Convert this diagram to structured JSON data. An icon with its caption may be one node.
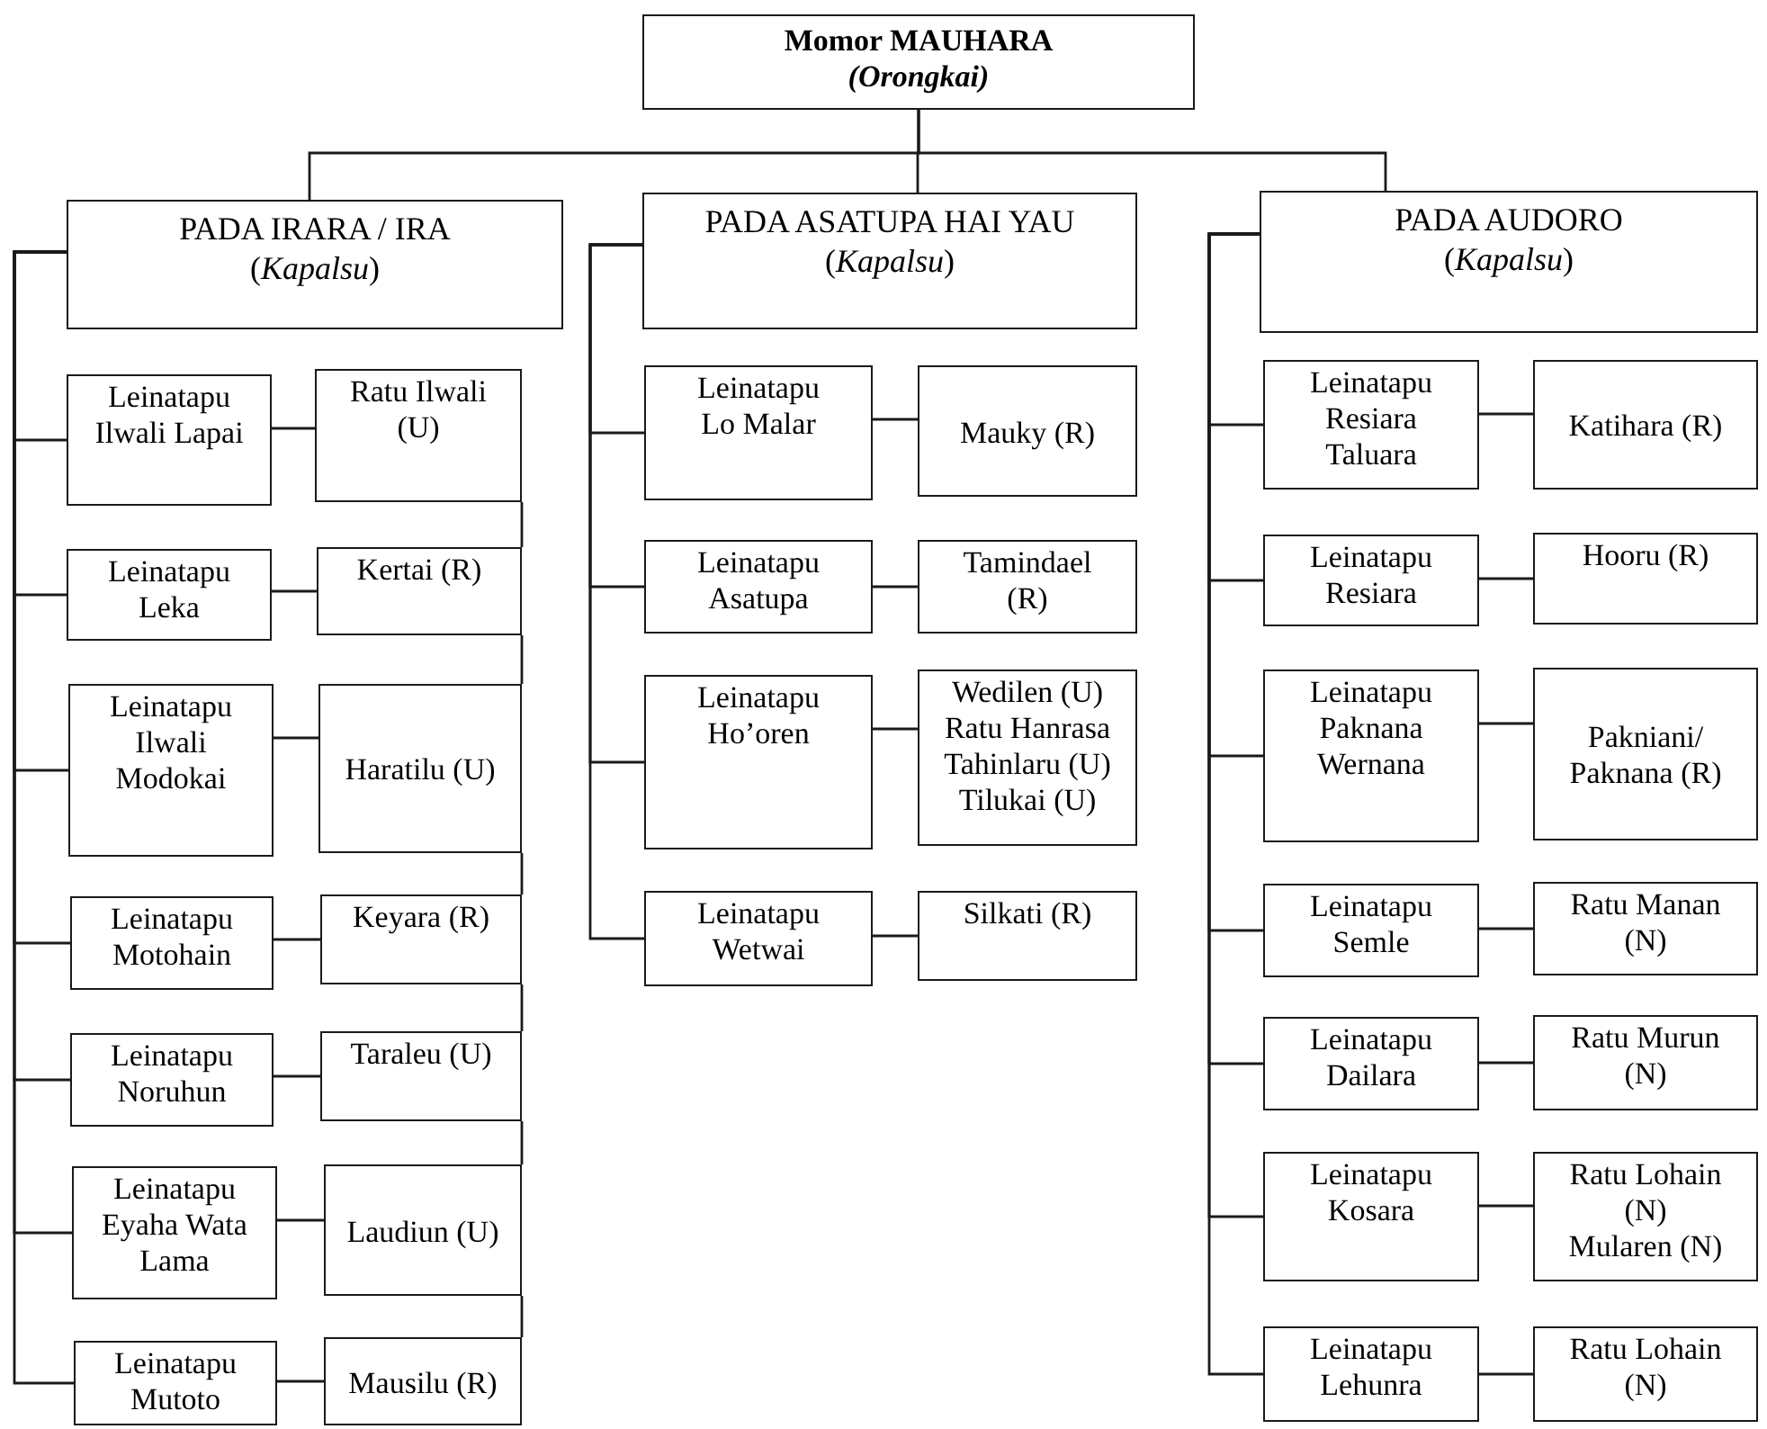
{
  "diagram": {
    "nodes": [
      {
        "text": [
          "Momor MAUHARA",
          "(Orongkai)"
        ]
      },
      {
        "text": [
          "PADA IRARA / IRA",
          "(*Kapalsu*)"
        ]
      },
      {
        "text": [
          "PADA ASATUPA HAI YAU",
          "(*Kapalsu*)"
        ]
      },
      {
        "text": [
          "PADA AUDORO",
          "(*Kapalsu*)"
        ]
      },
      {
        "text": [
          "Leinatapu Ilwali Lapai"
        ]
      },
      {
        "text": [
          "Ratu Ilwali (U)"
        ]
      },
      {
        "text": [
          "Leinatapu Leka"
        ]
      },
      {
        "text": [
          "Kertai (R)"
        ]
      },
      {
        "text": [
          "Leinatapu Ilwali Modokai"
        ]
      },
      {
        "text": [
          "Haratilu (U)"
        ]
      },
      {
        "text": [
          "Leinatapu Motohain"
        ]
      },
      {
        "text": [
          "Keyara (R)"
        ]
      },
      {
        "text": [
          "Leinatapu Noruhun"
        ]
      },
      {
        "text": [
          "Taraleu (U)"
        ]
      },
      {
        "text": [
          "Leinatapu Eyaha Wata Lama"
        ]
      },
      {
        "text": [
          "Laudiun (U)"
        ]
      },
      {
        "text": [
          "Leinatapu Mutoto"
        ]
      },
      {
        "text": [
          "Mausilu (R)"
        ]
      },
      {
        "text": [
          "Leinatapu Lo Malar"
        ]
      },
      {
        "text": [
          "Mauky (R)"
        ]
      },
      {
        "text": [
          "Leinatapu Asatupa"
        ]
      },
      {
        "text": [
          "Tamindael (R)"
        ]
      },
      {
        "text": [
          "Leinatapu Ho’oren"
        ]
      },
      {
        "text": [
          "Wedilen (U) Ratu Hanrasa Tahinlaru (U) Tilukai (U)"
        ]
      },
      {
        "text": [
          "Leinatapu Wetwai"
        ]
      },
      {
        "text": [
          "Silkati (R)"
        ]
      },
      {
        "text": [
          "Leinatapu Resiara Taluara"
        ]
      },
      {
        "text": [
          "Katihara (R)"
        ]
      },
      {
        "text": [
          "Leinatapu Resiara"
        ]
      },
      {
        "text": [
          "Hooru (R)"
        ]
      },
      {
        "text": [
          "Leinatapu Paknana Wernana"
        ]
      },
      {
        "text": [
          "Pakniani/ Paknana (R)"
        ]
      },
      {
        "text": [
          "Leinatapu Semle"
        ]
      },
      {
        "text": [
          "Ratu Manan (N)"
        ]
      },
      {
        "text": [
          "Leinatapu Dailara"
        ]
      },
      {
        "text": [
          "Ratu Murun (N)"
        ]
      },
      {
        "text": [
          "Leinatapu Kosara"
        ]
      },
      {
        "text": [
          "Ratu Lohain (N)",
          "Mularen (N)"
        ]
      },
      {
        "text": [
          "Leinatapu Lehunra"
        ]
      },
      {
        "text": [
          "Ratu Lohain (N)"
        ]
      }
    ],
    "edges": [
      {
        "from": 0,
        "to": 1,
        "arrow": "none"
      },
      {
        "from": 0,
        "to": 2,
        "arrow": "none"
      },
      {
        "from": 0,
        "to": 3,
        "arrow": "none"
      },
      {
        "from": 1,
        "to": 4,
        "arrow": "none"
      },
      {
        "from": 1,
        "to": 6,
        "arrow": "none"
      },
      {
        "from": 1,
        "to": 8,
        "arrow": "none"
      },
      {
        "from": 1,
        "to": 10,
        "arrow": "none"
      },
      {
        "from": 1,
        "to": 12,
        "arrow": "none"
      },
      {
        "from": 1,
        "to": 14,
        "arrow": "none"
      },
      {
        "from": 1,
        "to": 16,
        "arrow": "none"
      },
      {
        "from": 4,
        "to": 5,
        "arrow": "none"
      },
      {
        "from": 6,
        "to": 7,
        "arrow": "none"
      },
      {
        "from": 8,
        "to": 9,
        "arrow": "none"
      },
      {
        "from": 10,
        "to": 11,
        "arrow": "none"
      },
      {
        "from": 12,
        "to": 13,
        "arrow": "none"
      },
      {
        "from": 14,
        "to": 15,
        "arrow": "none"
      },
      {
        "from": 16,
        "to": 17,
        "arrow": "none"
      },
      {
        "from": 5,
        "to": 7,
        "arrow": "none"
      },
      {
        "from": 7,
        "to": 9,
        "arrow": "none"
      },
      {
        "from": 9,
        "to": 11,
        "arrow": "none"
      },
      {
        "from": 11,
        "to": 13,
        "arrow": "none"
      },
      {
        "from": 13,
        "to": 15,
        "arrow": "none"
      },
      {
        "from": 15,
        "to": 17,
        "arrow": "none"
      },
      {
        "from": 2,
        "to": 18,
        "arrow": "none"
      },
      {
        "from": 2,
        "to": 20,
        "arrow": "none"
      },
      {
        "from": 2,
        "to": 22,
        "arrow": "none"
      },
      {
        "from": 2,
        "to": 24,
        "arrow": "none"
      },
      {
        "from": 18,
        "to": 19,
        "arrow": "none"
      },
      {
        "from": 20,
        "to": 21,
        "arrow": "none"
      },
      {
        "from": 22,
        "to": 23,
        "arrow": "none"
      },
      {
        "from": 24,
        "to": 25,
        "arrow": "none"
      },
      {
        "from": 3,
        "to": 26,
        "arrow": "none"
      },
      {
        "from": 3,
        "to": 28,
        "arrow": "none"
      },
      {
        "from": 3,
        "to": 30,
        "arrow": "none"
      },
      {
        "from": 3,
        "to": 32,
        "arrow": "none"
      },
      {
        "from": 3,
        "to": 34,
        "arrow": "none"
      },
      {
        "from": 3,
        "to": 36,
        "arrow": "none"
      },
      {
        "from": 3,
        "to": 38,
        "arrow": "none"
      },
      {
        "from": 26,
        "to": 27,
        "arrow": "none"
      },
      {
        "from": 28,
        "to": 29,
        "arrow": "none"
      },
      {
        "from": 30,
        "to": 31,
        "arrow": "none"
      },
      {
        "from": 32,
        "to": 33,
        "arrow": "none"
      },
      {
        "from": 34,
        "to": 35,
        "arrow": "none"
      },
      {
        "from": 36,
        "to": 37,
        "arrow": "none"
      },
      {
        "from": 38,
        "to": 39,
        "arrow": "none"
      }
    ]
  }
}
